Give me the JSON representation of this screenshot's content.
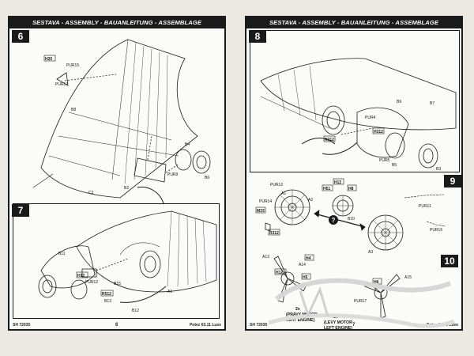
{
  "header": "SESTAVA - ASSEMBLY - BAUANLEITUNG - ASSEMBLAGE",
  "left": {
    "footer_code": "SH 72035",
    "page_num": "6",
    "footer_title": "Potez 63.11 Luxe",
    "step6": {
      "num": "6",
      "parts": [
        "H20",
        "PUR15",
        "PUR17",
        "B8",
        "C2",
        "B2",
        "B4",
        "B6",
        "PUR9"
      ]
    },
    "step7": {
      "num": "7",
      "parts": [
        "B11",
        "H12",
        "PUR12",
        "R512",
        "B15",
        "A1",
        "B12",
        "B13"
      ]
    }
  },
  "right": {
    "footer_code": "SH 72035",
    "page_num": "7",
    "footer_title": "Potez 63.11 Luxe",
    "step8": {
      "num": "8",
      "parts": [
        "B9",
        "B7",
        "R312",
        "H312",
        "PUR4",
        "PUR5",
        "B5",
        "B3"
      ]
    },
    "step9": {
      "num": "9",
      "parts": [
        "PUR12",
        "H51",
        "H12",
        "H8",
        "A1",
        "A2",
        "PUR14",
        "M33",
        "R312",
        "B10",
        "PUR16",
        "A3",
        "PUR11"
      ]
    },
    "step10": {
      "num": "10",
      "parts": [
        "A13",
        "H12",
        "H4",
        "A14",
        "H5",
        "H6",
        "A15",
        "PUR17"
      ]
    },
    "callout": "?",
    "caption_right": [
      "2x",
      "(PRAVY MOTOR",
      "RIGHT ENGINE)"
    ],
    "caption_left": [
      "2x",
      "(LEVY MOTOR",
      "LEFT ENGINE)"
    ]
  }
}
